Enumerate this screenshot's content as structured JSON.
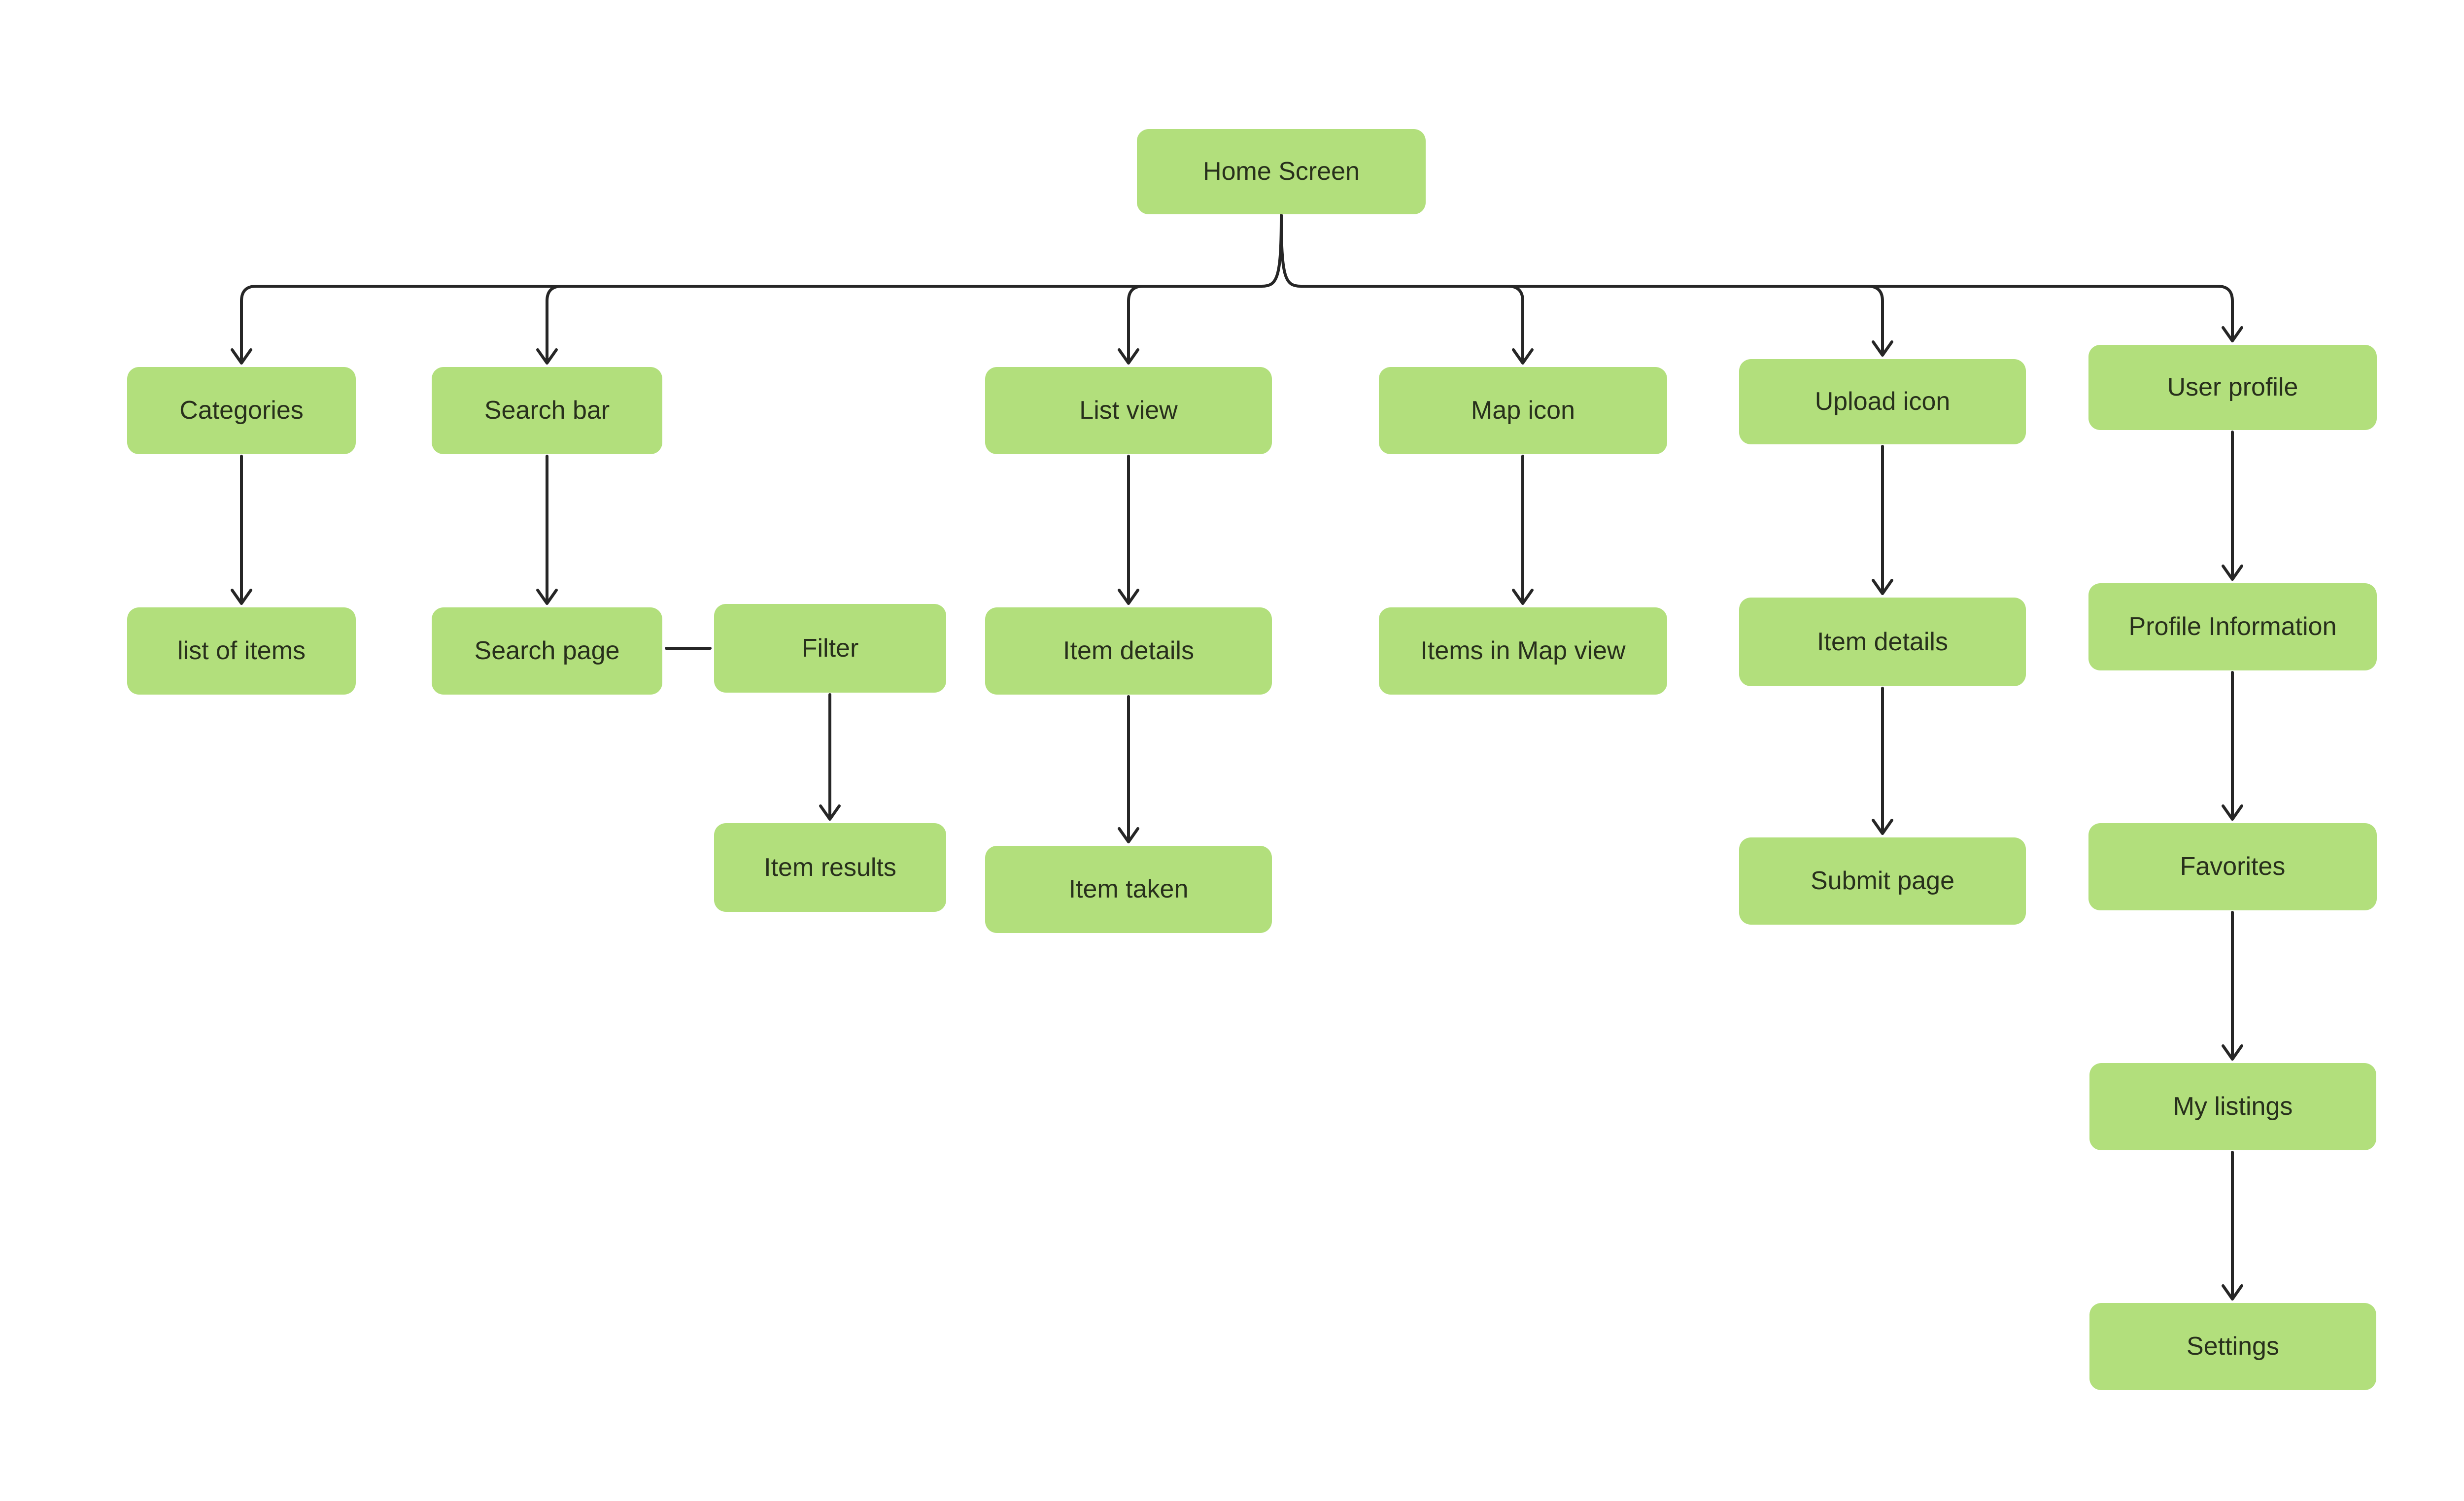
{
  "colors": {
    "background": "#ffffff",
    "node_fill": "#b2df7c",
    "node_text": "#28301c",
    "connector": "#262626"
  },
  "nodes": {
    "home": {
      "label": "Home Screen"
    },
    "categories": {
      "label": "Categories"
    },
    "search_bar": {
      "label": "Search bar"
    },
    "list_view": {
      "label": "List view"
    },
    "map_icon": {
      "label": "Map icon"
    },
    "upload_icon": {
      "label": "Upload icon"
    },
    "user_profile": {
      "label": "User profile"
    },
    "list_of_items": {
      "label": "list of items"
    },
    "search_page": {
      "label": "Search page"
    },
    "filter": {
      "label": "Filter"
    },
    "item_results": {
      "label": "Item results"
    },
    "item_details_list": {
      "label": "Item details"
    },
    "item_taken": {
      "label": "Item taken"
    },
    "items_in_map_view": {
      "label": "Items in Map view"
    },
    "item_details_upload": {
      "label": "Item details"
    },
    "submit_page": {
      "label": "Submit page"
    },
    "profile_information": {
      "label": "Profile Information"
    },
    "favorites": {
      "label": "Favorites"
    },
    "my_listings": {
      "label": "My listings"
    },
    "settings": {
      "label": "Settings"
    }
  },
  "edges": [
    {
      "from": "home",
      "to": "categories",
      "type": "arrow"
    },
    {
      "from": "home",
      "to": "search_bar",
      "type": "arrow"
    },
    {
      "from": "home",
      "to": "list_view",
      "type": "arrow"
    },
    {
      "from": "home",
      "to": "map_icon",
      "type": "arrow"
    },
    {
      "from": "home",
      "to": "upload_icon",
      "type": "arrow"
    },
    {
      "from": "home",
      "to": "user_profile",
      "type": "arrow"
    },
    {
      "from": "categories",
      "to": "list_of_items",
      "type": "arrow"
    },
    {
      "from": "search_bar",
      "to": "search_page",
      "type": "arrow"
    },
    {
      "from": "search_page",
      "to": "filter",
      "type": "line"
    },
    {
      "from": "filter",
      "to": "item_results",
      "type": "arrow"
    },
    {
      "from": "list_view",
      "to": "item_details_list",
      "type": "arrow"
    },
    {
      "from": "item_details_list",
      "to": "item_taken",
      "type": "arrow"
    },
    {
      "from": "map_icon",
      "to": "items_in_map_view",
      "type": "arrow"
    },
    {
      "from": "upload_icon",
      "to": "item_details_upload",
      "type": "arrow"
    },
    {
      "from": "item_details_upload",
      "to": "submit_page",
      "type": "arrow"
    },
    {
      "from": "user_profile",
      "to": "profile_information",
      "type": "arrow"
    },
    {
      "from": "profile_information",
      "to": "favorites",
      "type": "arrow"
    },
    {
      "from": "favorites",
      "to": "my_listings",
      "type": "arrow"
    },
    {
      "from": "my_listings",
      "to": "settings",
      "type": "arrow"
    }
  ]
}
